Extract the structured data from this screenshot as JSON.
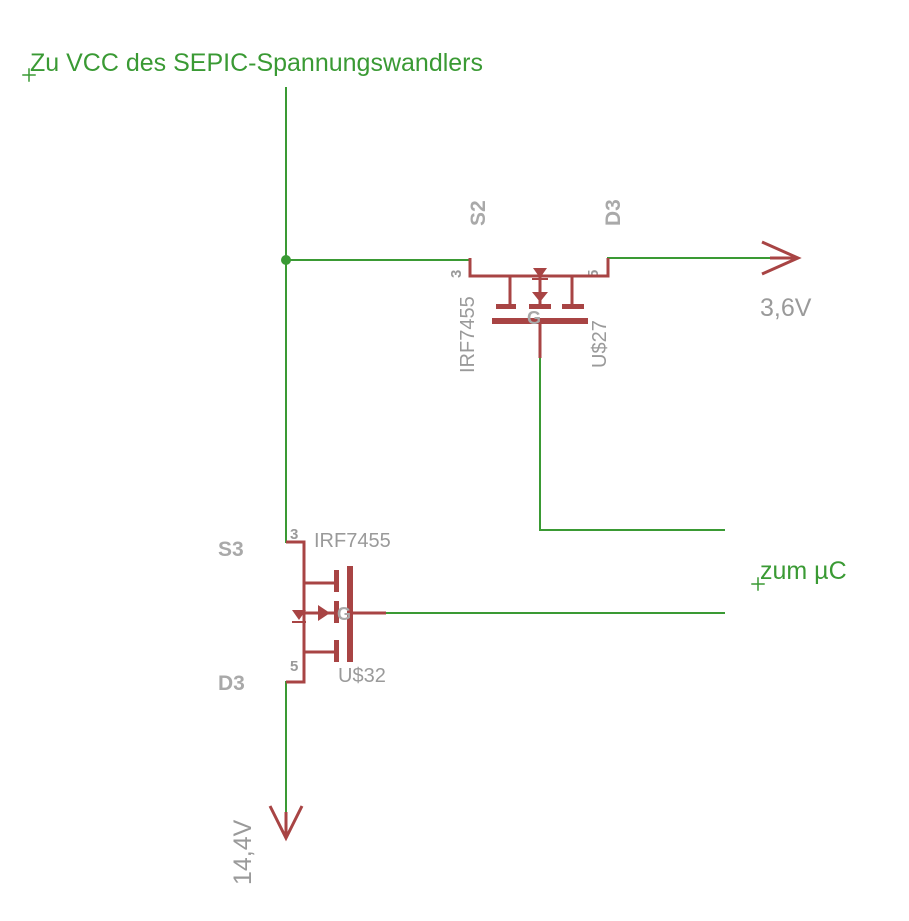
{
  "labels": {
    "vcc_net": "Zu VCC des SEPIC-Spannungswandlers",
    "uc_net": "zum  µC",
    "supply_out": "3,6V",
    "supply_in": "14,4V"
  },
  "upper_mosfet": {
    "pin_s": "S2",
    "pin_d": "D3",
    "pin_s_num": "3",
    "pin_d_num": "5",
    "gate_letter": "G",
    "value": "IRF7455",
    "name": "U$27"
  },
  "lower_mosfet": {
    "pin_s": "S3",
    "pin_d": "D3",
    "pin_s_num": "3",
    "pin_d_num": "5",
    "gate_letter": "G",
    "value": "IRF7455",
    "name": "U$32"
  },
  "colors": {
    "wire": "#3a9a34",
    "part": "#a84444",
    "label_grey": "#9a9a9a"
  }
}
